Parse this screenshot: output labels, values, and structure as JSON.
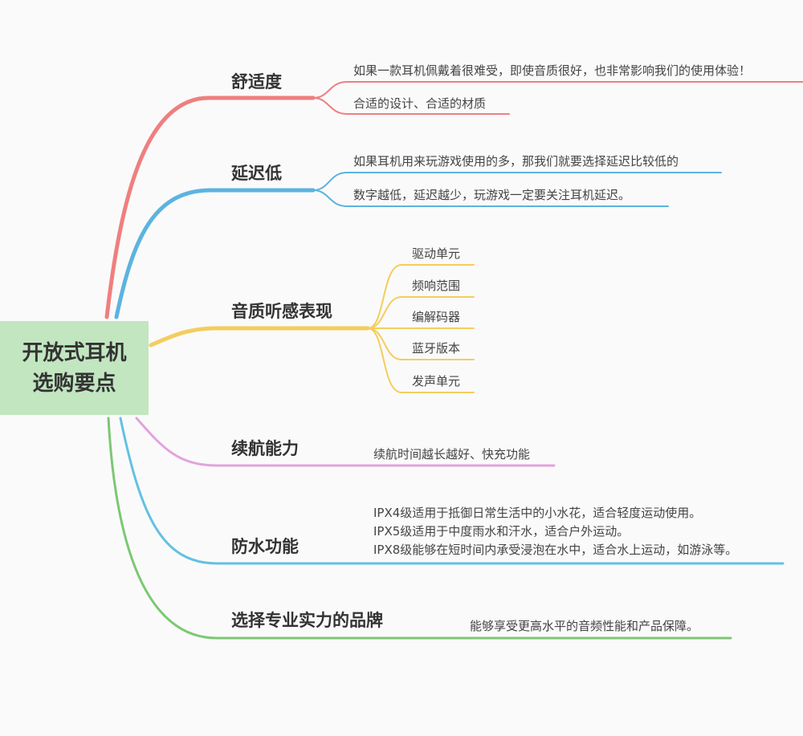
{
  "root": {
    "line1": "开放式耳机",
    "line2": "选购要点"
  },
  "colors": {
    "red": "#ef7f7f",
    "blue": "#5cb3e0",
    "yellow": "#f4cd5d",
    "pink": "#e3a3dd",
    "lightblue": "#62c1e2",
    "green": "#7cc873",
    "root_bg": "#c2e6c0"
  },
  "branches": [
    {
      "title": "舒适度",
      "children": [
        "如果一款耳机佩戴着很难受，即使音质很好，也非常影响我们的使用体验！",
        "合适的设计、合适的材质"
      ]
    },
    {
      "title": "延迟低",
      "children": [
        "如果耳机用来玩游戏使用的多，那我们就要选择延迟比较低的",
        "数字越低，延迟越少，玩游戏一定要关注耳机延迟。"
      ]
    },
    {
      "title": "音质听感表现",
      "children": [
        "驱动单元",
        "频响范围",
        "编解码器",
        "蓝牙版本",
        "发声单元"
      ]
    },
    {
      "title": "续航能力",
      "children": [
        "续航时间越长越好、快充功能"
      ]
    },
    {
      "title": "防水功能",
      "children": [
        "IPX4级适用于抵御日常生活中的小水花，适合轻度运动使用。",
        "IPX5级适用于中度雨水和汗水，适合户外运动。",
        "IPX8级能够在短时间内承受浸泡在水中，适合水上运动，如游泳等。"
      ]
    },
    {
      "title": "选择专业实力的品牌",
      "children": [
        "能够享受更高水平的音频性能和产品保障。"
      ]
    }
  ]
}
